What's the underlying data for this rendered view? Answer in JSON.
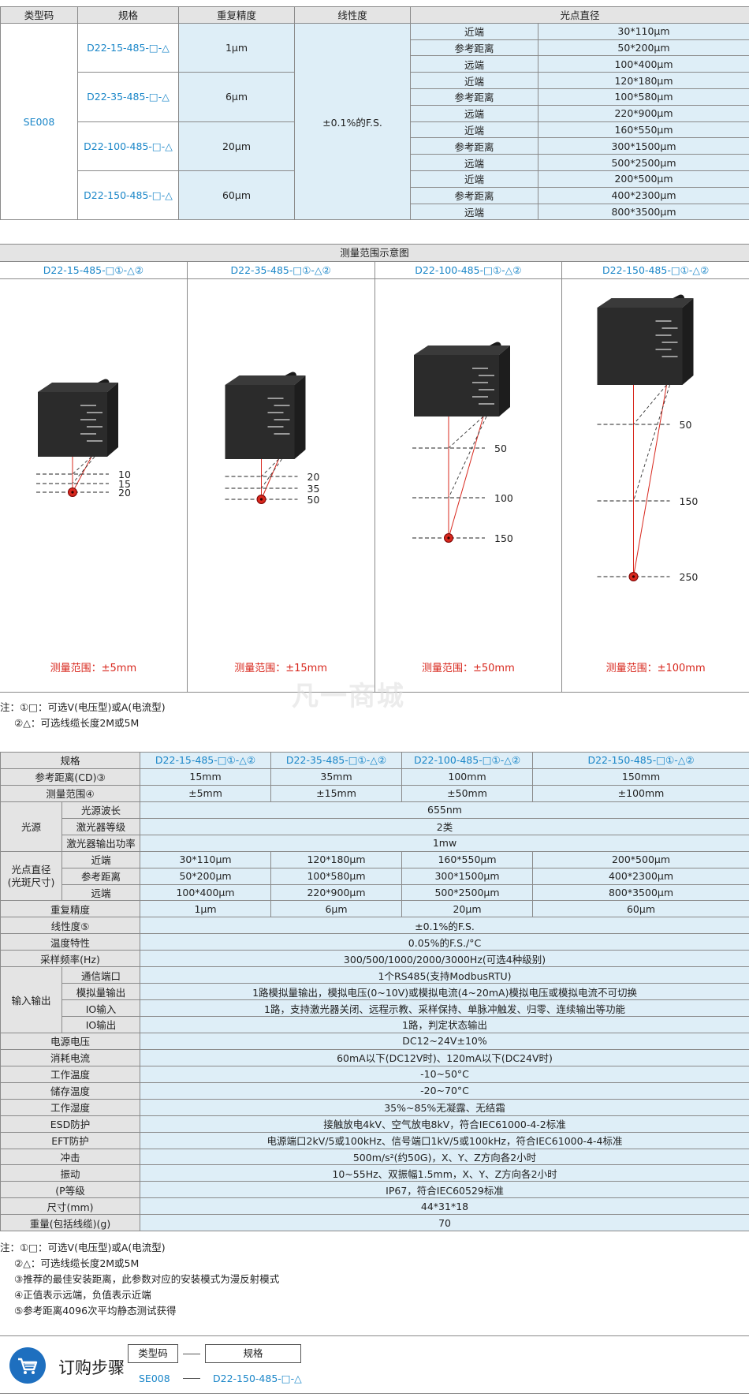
{
  "top_table": {
    "headers": [
      "类型码",
      "规格",
      "重复精度",
      "线性度",
      "光点直径"
    ],
    "type_code": "SE008",
    "specs": [
      {
        "name": "D22-15-485-□-△",
        "precision": "1μm"
      },
      {
        "name": "D22-35-485-□-△",
        "precision": "6μm"
      },
      {
        "name": "D22-100-485-□-△",
        "precision": "20μm"
      },
      {
        "name": "D22-150-485-□-△",
        "precision": "60μm"
      }
    ],
    "linearity": "±0.1%的F.S.",
    "spot_rows": [
      [
        "近端",
        "30*110μm"
      ],
      [
        "参考距离",
        "50*200μm"
      ],
      [
        "远端",
        "100*400μm"
      ],
      [
        "近端",
        "120*180μm"
      ],
      [
        "参考距离",
        "100*580μm"
      ],
      [
        "远端",
        "220*900μm"
      ],
      [
        "近端",
        "160*550μm"
      ],
      [
        "参考距离",
        "300*1500μm"
      ],
      [
        "远端",
        "500*2500μm"
      ],
      [
        "近端",
        "200*500μm"
      ],
      [
        "参考距离",
        "400*2300μm"
      ],
      [
        "远端",
        "800*3500μm"
      ]
    ]
  },
  "diagram": {
    "title": "测量范围示意图",
    "columns": [
      {
        "name": "D22-15-485-□①-△②",
        "labels": [
          "10",
          "15",
          "20"
        ],
        "range": "测量范围：±5mm"
      },
      {
        "name": "D22-35-485-□①-△②",
        "labels": [
          "20",
          "35",
          "50"
        ],
        "range": "测量范围：±15mm"
      },
      {
        "name": "D22-100-485-□①-△②",
        "labels": [
          "50",
          "100",
          "150"
        ],
        "range": "测量范围：±50mm"
      },
      {
        "name": "D22-150-485-□①-△②",
        "labels": [
          "50",
          "150",
          "250"
        ],
        "range": "测量范围：±100mm"
      }
    ]
  },
  "notes1": [
    "注：①□：可选V(电压型)或A(电流型)",
    "②△：可选线缆长度2M或5M"
  ],
  "watermark": "凡一商城",
  "spec_table": {
    "header": [
      "规格",
      "D22-15-485-□①-△②",
      "D22-35-485-□①-△②",
      "D22-100-485-□①-△②",
      "D22-150-485-□①-△②"
    ],
    "ref_dist": {
      "label": "参考距离(CD)③",
      "values": [
        "15mm",
        "35mm",
        "100mm",
        "150mm"
      ]
    },
    "meas_range": {
      "label": "测量范围④",
      "values": [
        "±5mm",
        "±15mm",
        "±50mm",
        "±100mm"
      ]
    },
    "light_source": {
      "label": "光源",
      "rows": [
        [
          "光源波长",
          "655nm"
        ],
        [
          "激光器等级",
          "2类"
        ],
        [
          "激光器输出功率",
          "1mw"
        ]
      ]
    },
    "spot": {
      "label": "光点直径\n(光斑尺寸)",
      "label1": "光点直径",
      "label2": "(光斑尺寸)",
      "rows": [
        {
          "name": "近端",
          "values": [
            "30*110μm",
            "120*180μm",
            "160*550μm",
            "200*500μm"
          ]
        },
        {
          "name": "参考距离",
          "values": [
            "50*200μm",
            "100*580μm",
            "300*1500μm",
            "400*2300μm"
          ]
        },
        {
          "name": "远端",
          "values": [
            "100*400μm",
            "220*900μm",
            "500*2500μm",
            "800*3500μm"
          ]
        }
      ]
    },
    "repeat": {
      "label": "重复精度",
      "values": [
        "1μm",
        "6μm",
        "20μm",
        "60μm"
      ]
    },
    "single_rows_a": [
      [
        "线性度⑤",
        "±0.1%的F.S."
      ],
      [
        "温度特性",
        "0.05%的F.S./°C"
      ],
      [
        "采样频率(Hz)",
        "300/500/1000/2000/3000Hz(可选4种级别)"
      ]
    ],
    "io": {
      "label": "输入输出",
      "rows": [
        [
          "通信端口",
          "1个RS485(支持ModbusRTU)"
        ],
        [
          "模拟量输出",
          "1路模拟量输出，模拟电压(0~10V)或模拟电流(4~20mA)模拟电压或模拟电流不可切换"
        ],
        [
          "IO输入",
          "1路，支持激光器关闭、远程示教、采样保持、单脉冲触发、归零、连续输出等功能"
        ],
        [
          "IO输出",
          "1路，判定状态输出"
        ]
      ]
    },
    "single_rows_b": [
      [
        "电源电压",
        "DC12~24V±10%"
      ],
      [
        "消耗电流",
        "60mA以下(DC12V时)、120mA以下(DC24V时)"
      ],
      [
        "工作温度",
        "-10~50°C"
      ],
      [
        "储存温度",
        "-20~70°C"
      ],
      [
        "工作湿度",
        "35%~85%无凝露、无结霜"
      ],
      [
        "ESD防护",
        "接触放电4kV、空气放电8kV，符合IEC61000-4-2标准"
      ],
      [
        "EFT防护",
        "电源端口2kV/5或100kHz、信号端口1kV/5或100kHz，符合IEC61000-4-4标准"
      ],
      [
        "冲击",
        "500m/s²(约50G)，X、Y、Z方向各2小时"
      ],
      [
        "振动",
        "10~55Hz、双振幅1.5mm，X、Y、Z方向各2小时"
      ],
      [
        "(P等级",
        "IP67，符合IEC60529标准"
      ],
      [
        "尺寸(mm)",
        "44*31*18"
      ],
      [
        "重量(包括线缆)(g)",
        "70"
      ]
    ]
  },
  "notes2": [
    "注：①□：可选V(电压型)或A(电流型)",
    "②△：可选线缆长度2M或5M",
    "③推荐的最佳安装距离，此参数对应的安装模式为漫反射模式",
    "④正值表示远端，负值表示近端",
    "⑤参考距离4096次平均静态测试获得"
  ],
  "order": {
    "title": "订购步骤",
    "type_label": "类型码",
    "spec_label": "规格",
    "type_value": "SE008",
    "spec_value": "D22-150-485-□-△"
  },
  "colors": {
    "accent": "#1a86c8",
    "range_red": "#d8281e",
    "header_gray": "#e4e4e4",
    "cell_blue": "#deeef7"
  }
}
